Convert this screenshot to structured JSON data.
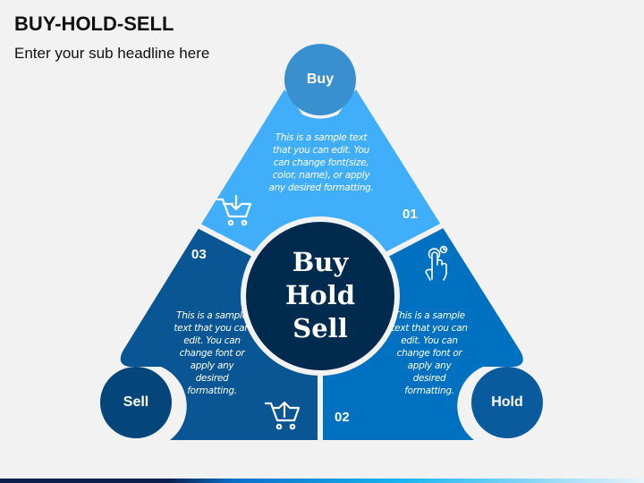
{
  "title": "BUY-HOLD-SELL",
  "subtitle": "Enter your sub headline here",
  "center": {
    "line1": "Buy",
    "line2": "Hold",
    "line3": "Sell"
  },
  "segments": [
    {
      "label": "Buy",
      "number": "01",
      "icon": "cart-download-icon",
      "color": "#41aefc",
      "circle_color": "#3a8fcf",
      "text": "This is a sample text that you can edit. You can change font(size, color, name), or apply any desired formatting."
    },
    {
      "label": "Hold",
      "number": "02",
      "icon": "hand-touch-clock-icon",
      "color": "#0070c0",
      "circle_color": "#0a5a9e",
      "text": "This is a sample text that you can edit. You can change font  or apply any desired formatting."
    },
    {
      "label": "Sell",
      "number": "03",
      "icon": "cart-upload-icon",
      "color": "#0a5593",
      "circle_color": "#04457a",
      "text": "This is a sample text that you can edit. You can change font  or apply any desired formatting."
    }
  ],
  "colors": {
    "center": "#002a4e",
    "background": "#f2f2f2"
  }
}
